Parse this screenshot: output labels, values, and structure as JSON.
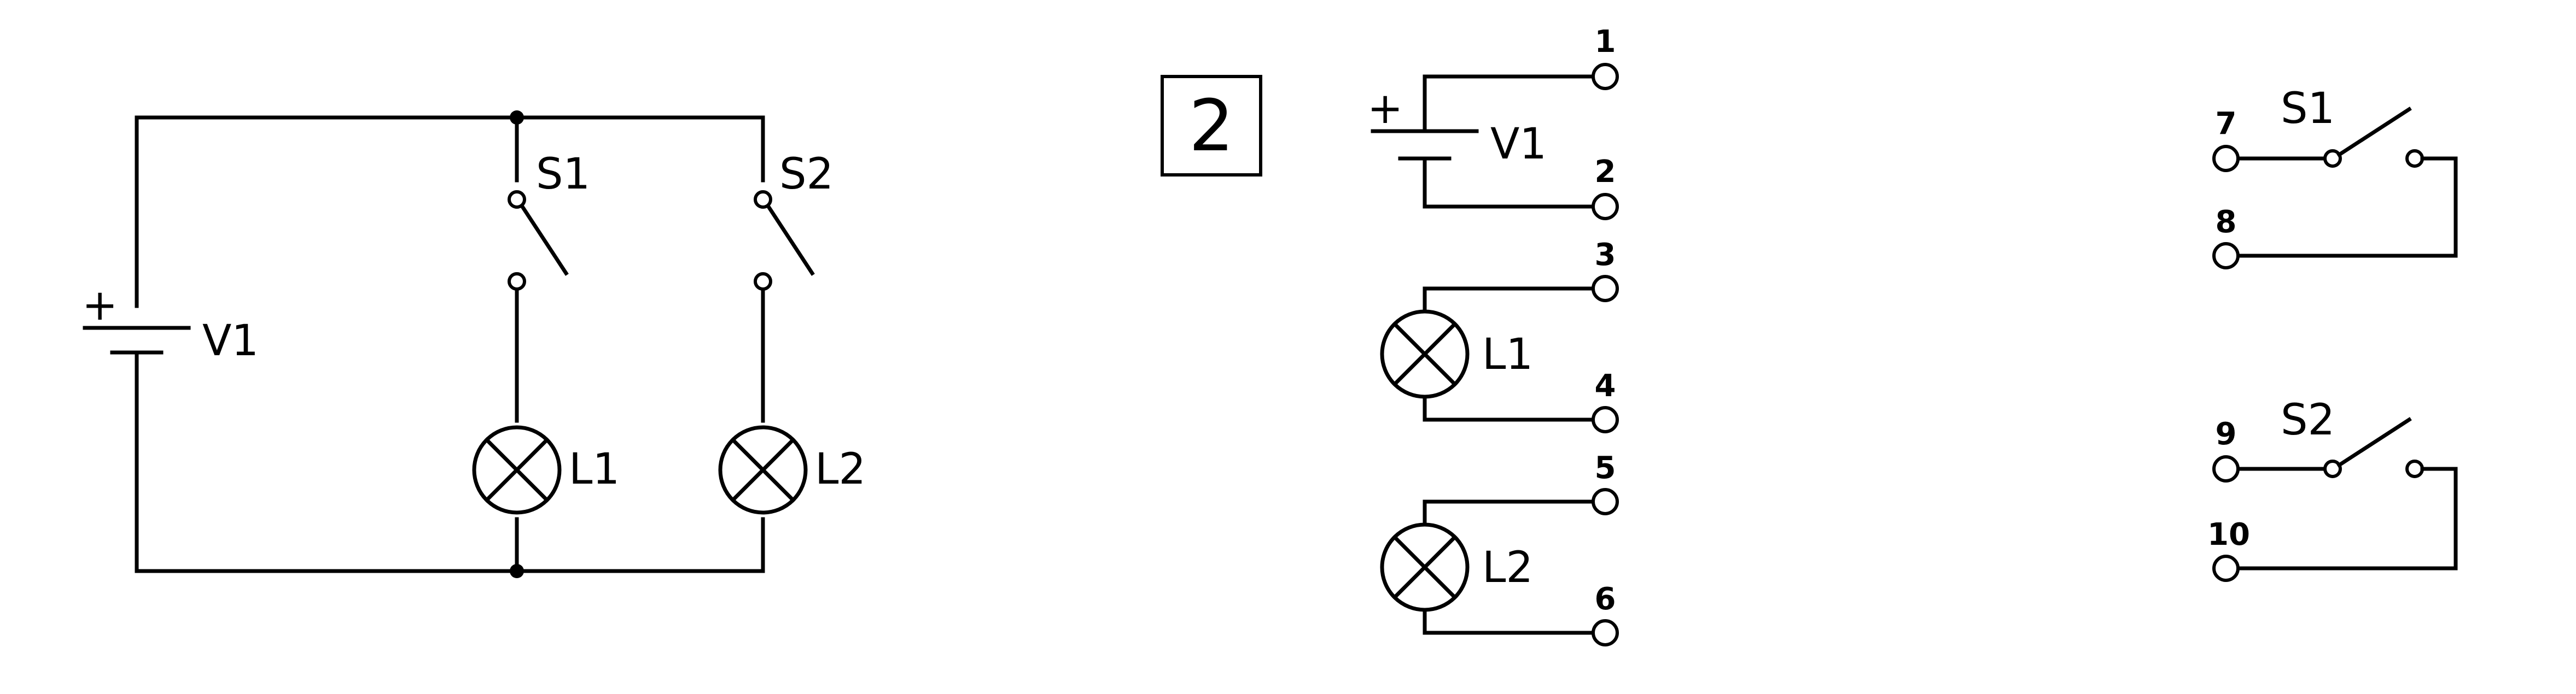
{
  "schematic": {
    "battery": {
      "label": "V1",
      "polarity": "+"
    },
    "switch_1": {
      "label": "S1"
    },
    "switch_2": {
      "label": "S2"
    },
    "lamp_1": {
      "label": "L1"
    },
    "lamp_2": {
      "label": "L2"
    }
  },
  "parts_panel": {
    "badge": "2",
    "battery": {
      "label": "V1",
      "polarity": "+",
      "terminals": [
        "1",
        "2"
      ]
    },
    "lamp_1": {
      "label": "L1",
      "terminals": [
        "3",
        "4"
      ]
    },
    "lamp_2": {
      "label": "L2",
      "terminals": [
        "5",
        "6"
      ]
    },
    "switch_1": {
      "label": "S1",
      "terminals": [
        "7",
        "8"
      ]
    },
    "switch_2": {
      "label": "S2",
      "terminals": [
        "9",
        "10"
      ]
    }
  }
}
